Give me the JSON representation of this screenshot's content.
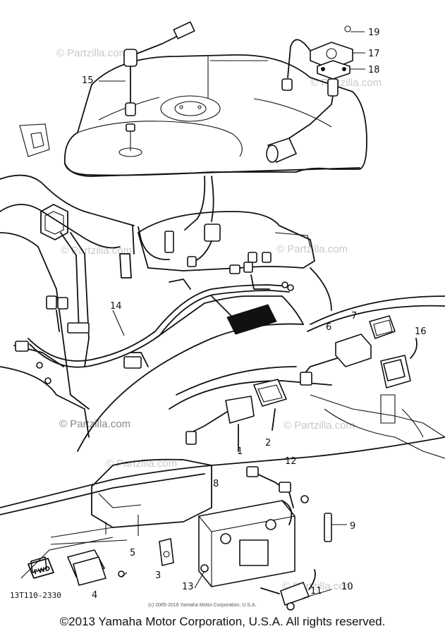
{
  "diagram": {
    "callouts": [
      {
        "id": "1",
        "text": "1"
      },
      {
        "id": "2",
        "text": "2"
      },
      {
        "id": "3",
        "text": "3"
      },
      {
        "id": "4",
        "text": "4"
      },
      {
        "id": "5",
        "text": "5"
      },
      {
        "id": "6",
        "text": "6"
      },
      {
        "id": "7",
        "text": "7"
      },
      {
        "id": "8",
        "text": "8"
      },
      {
        "id": "9",
        "text": "9"
      },
      {
        "id": "10",
        "text": "10"
      },
      {
        "id": "11",
        "text": "11"
      },
      {
        "id": "12",
        "text": "12"
      },
      {
        "id": "13",
        "text": "13"
      },
      {
        "id": "14",
        "text": "14"
      },
      {
        "id": "15",
        "text": "15"
      },
      {
        "id": "16",
        "text": "16"
      },
      {
        "id": "17",
        "text": "17"
      },
      {
        "id": "18",
        "text": "18"
      },
      {
        "id": "19",
        "text": "19"
      }
    ],
    "part_code": "13T110-2330",
    "fwd_label": "FWD",
    "watermark": "© Partzilla.com",
    "small_copyright": "(c) 2005-2016 Yamaha Motor Corporation, U.S.A."
  },
  "footer": {
    "copyright": "©2013 Yamaha Motor Corporation, U.S.A. All rights reserved."
  }
}
